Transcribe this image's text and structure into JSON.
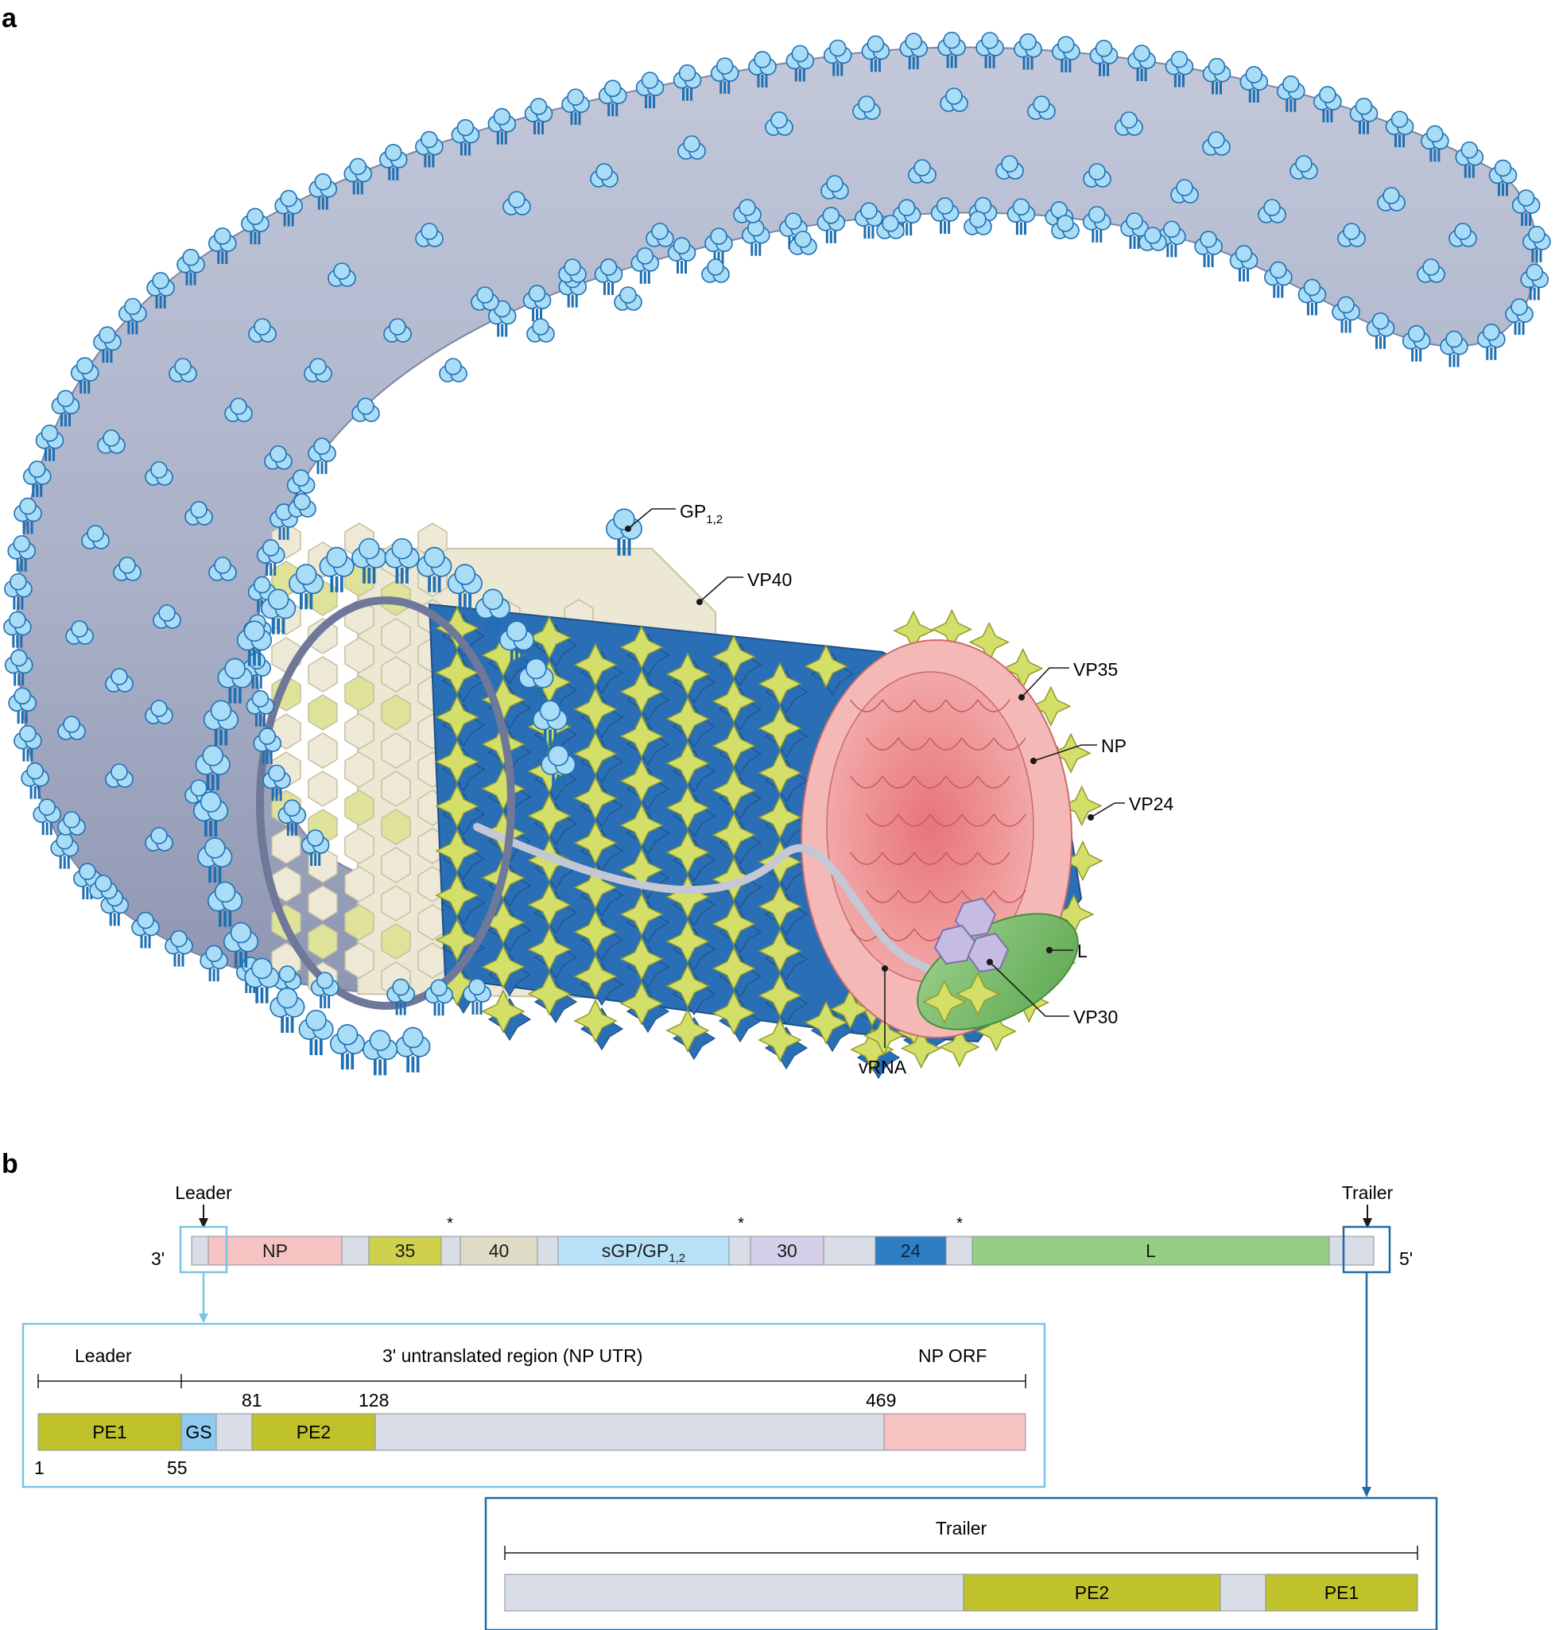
{
  "panels": {
    "a": {
      "label": "a"
    },
    "b": {
      "label": "b"
    }
  },
  "virion": {
    "labels": {
      "gp_main": "GP",
      "gp_sub": "1,2",
      "vp40": "VP40",
      "vp35": "VP35",
      "np": "NP",
      "vp24": "VP24",
      "l": "L",
      "vp30": "VP30",
      "vrna": "vRNA"
    },
    "colors": {
      "envelope": "#aeb4cb",
      "glycoprotein": "#a9dcf6",
      "glycoprotein_stroke": "#1f6fb3",
      "matrix_vp40": "#ede9d6",
      "vp35": "#d4df6a",
      "vp24": "#2a6fb6",
      "nucleoprotein": "#f2a7a4",
      "polymerase_l": "#7fbf73",
      "vp30": "#c6bce2"
    }
  },
  "genome": {
    "leader_label": "Leader",
    "trailer_label": "Trailer",
    "end_3": "3'",
    "end_5": "5'",
    "asterisk": "*",
    "genes": [
      {
        "key": "np",
        "label": "NP",
        "color": "#f6c3c2"
      },
      {
        "key": "vp35",
        "label": "35",
        "color": "#cfd14c"
      },
      {
        "key": "vp40",
        "label": "40",
        "color": "#dedbc6"
      },
      {
        "key": "gp",
        "label": "sGP/GP",
        "sub": "1,2",
        "color": "#b7e1f7"
      },
      {
        "key": "vp30",
        "label": "30",
        "color": "#d5cfe9"
      },
      {
        "key": "vp24",
        "label": "24",
        "color": "#2f7ec3"
      },
      {
        "key": "l",
        "label": "L",
        "color": "#96cf83"
      }
    ],
    "intergenic_color": "#d8dde6"
  },
  "leader_detail": {
    "header_leader": "Leader",
    "header_utr": "3' untranslated region (NP UTR)",
    "header_orf": "NP ORF",
    "positions": [
      "1",
      "55",
      "81",
      "128",
      "469"
    ],
    "segments": [
      {
        "label": "PE1",
        "color": "#bfc22b"
      },
      {
        "label": "GS",
        "color": "#8fcbee"
      },
      {
        "label": "",
        "color": "#d8dde6"
      },
      {
        "label": "PE2",
        "color": "#bfc22b"
      },
      {
        "label": "",
        "color": "#d8dde6"
      },
      {
        "label": "",
        "color": "#f6c3c2"
      }
    ]
  },
  "trailer_detail": {
    "header": "Trailer",
    "segments": [
      {
        "label": "",
        "color": "#d8dde6"
      },
      {
        "label": "PE2",
        "color": "#bfc22b"
      },
      {
        "label": "",
        "color": "#d8dde6"
      },
      {
        "label": "PE1",
        "color": "#bfc22b"
      }
    ]
  }
}
